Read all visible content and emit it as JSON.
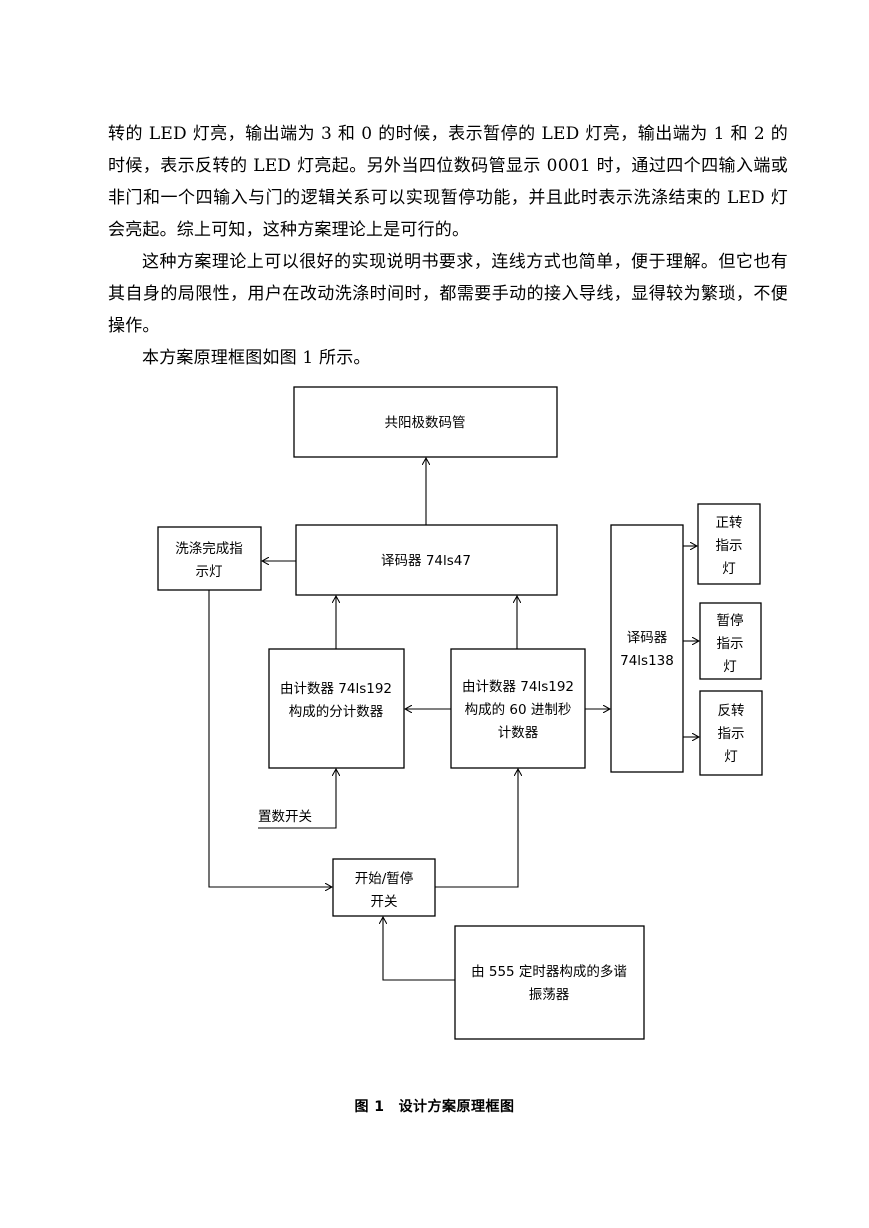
{
  "paragraphs": {
    "p1": "转的 LED 灯亮，输出端为 3 和 0 的时候，表示暂停的 LED 灯亮，输出端为 1 和 2 的时候，表示反转的 LED 灯亮起。另外当四位数码管显示 0001 时，通过四个四输入端或非门和一个四输入与门的逻辑关系可以实现暂停功能，并且此时表示洗涤结束的 LED 灯会亮起。综上可知，这种方案理论上是可行的。",
    "p2": "这种方案理论上可以很好的实现说明书要求，连线方式也简单，便于理解。但它也有其自身的局限性，用户在改动洗涤时间时，都需要手动的接入导线，显得较为繁琐，不便操作。",
    "p3": "本方案原理框图如图 1 所示。"
  },
  "diagram": {
    "display": "共阳极数码管",
    "decoder47": "译码器 74ls47",
    "wash_done": [
      "洗涤完成指",
      "示灯"
    ],
    "minute_counter": [
      "由计数器 74ls192",
      "构成的分计数器"
    ],
    "second_counter": [
      "由计数器 74ls192",
      "构成的 60 进制秒",
      "计数器"
    ],
    "decoder138": [
      "译码器",
      "74ls138"
    ],
    "forward_lamp": [
      "正转",
      "指示",
      "灯"
    ],
    "pause_lamp": [
      "暂停",
      "指示",
      "灯"
    ],
    "reverse_lamp": [
      "反转",
      "指示",
      "灯"
    ],
    "preset_switch": "置数开关",
    "start_pause": [
      "开始/暂停",
      "开关"
    ],
    "oscillator": [
      "由 555 定时器构成的多谐",
      "振荡器"
    ]
  },
  "caption": {
    "number": "图 1",
    "title": "设计方案原理框图"
  }
}
